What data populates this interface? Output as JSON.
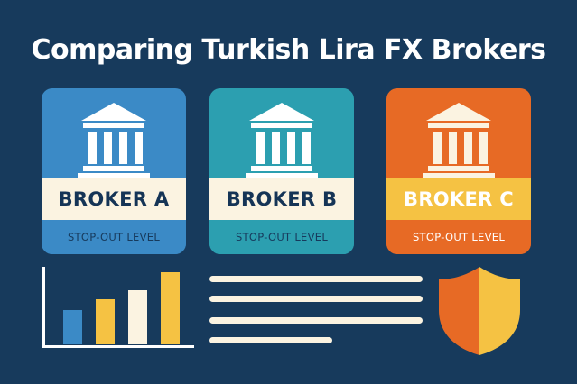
{
  "title": "Comparing Turkish Lira FX Brokers",
  "cards": [
    {
      "name": "BROKER A",
      "level_label": "STOP-OUT LEVEL",
      "icon": "bank-building-icon"
    },
    {
      "name": "BROKER B",
      "level_label": "STOP-OUT LEVEL",
      "icon": "bank-building-icon"
    },
    {
      "name": "BROKER C",
      "level_label": "STOP-OUT LEVEL",
      "icon": "bank-building-icon"
    }
  ],
  "colors": {
    "background": "#173a5c",
    "card_a": "#3b8ac6",
    "card_b": "#2c9fb0",
    "card_c": "#e76a25",
    "accent_yellow": "#f5c243",
    "cream": "#fbf3e1"
  },
  "decor": {
    "bar_chart_icon": "bar-chart-icon",
    "text_lines_icon": "text-lines-icon",
    "shield_icon": "shield-icon"
  }
}
